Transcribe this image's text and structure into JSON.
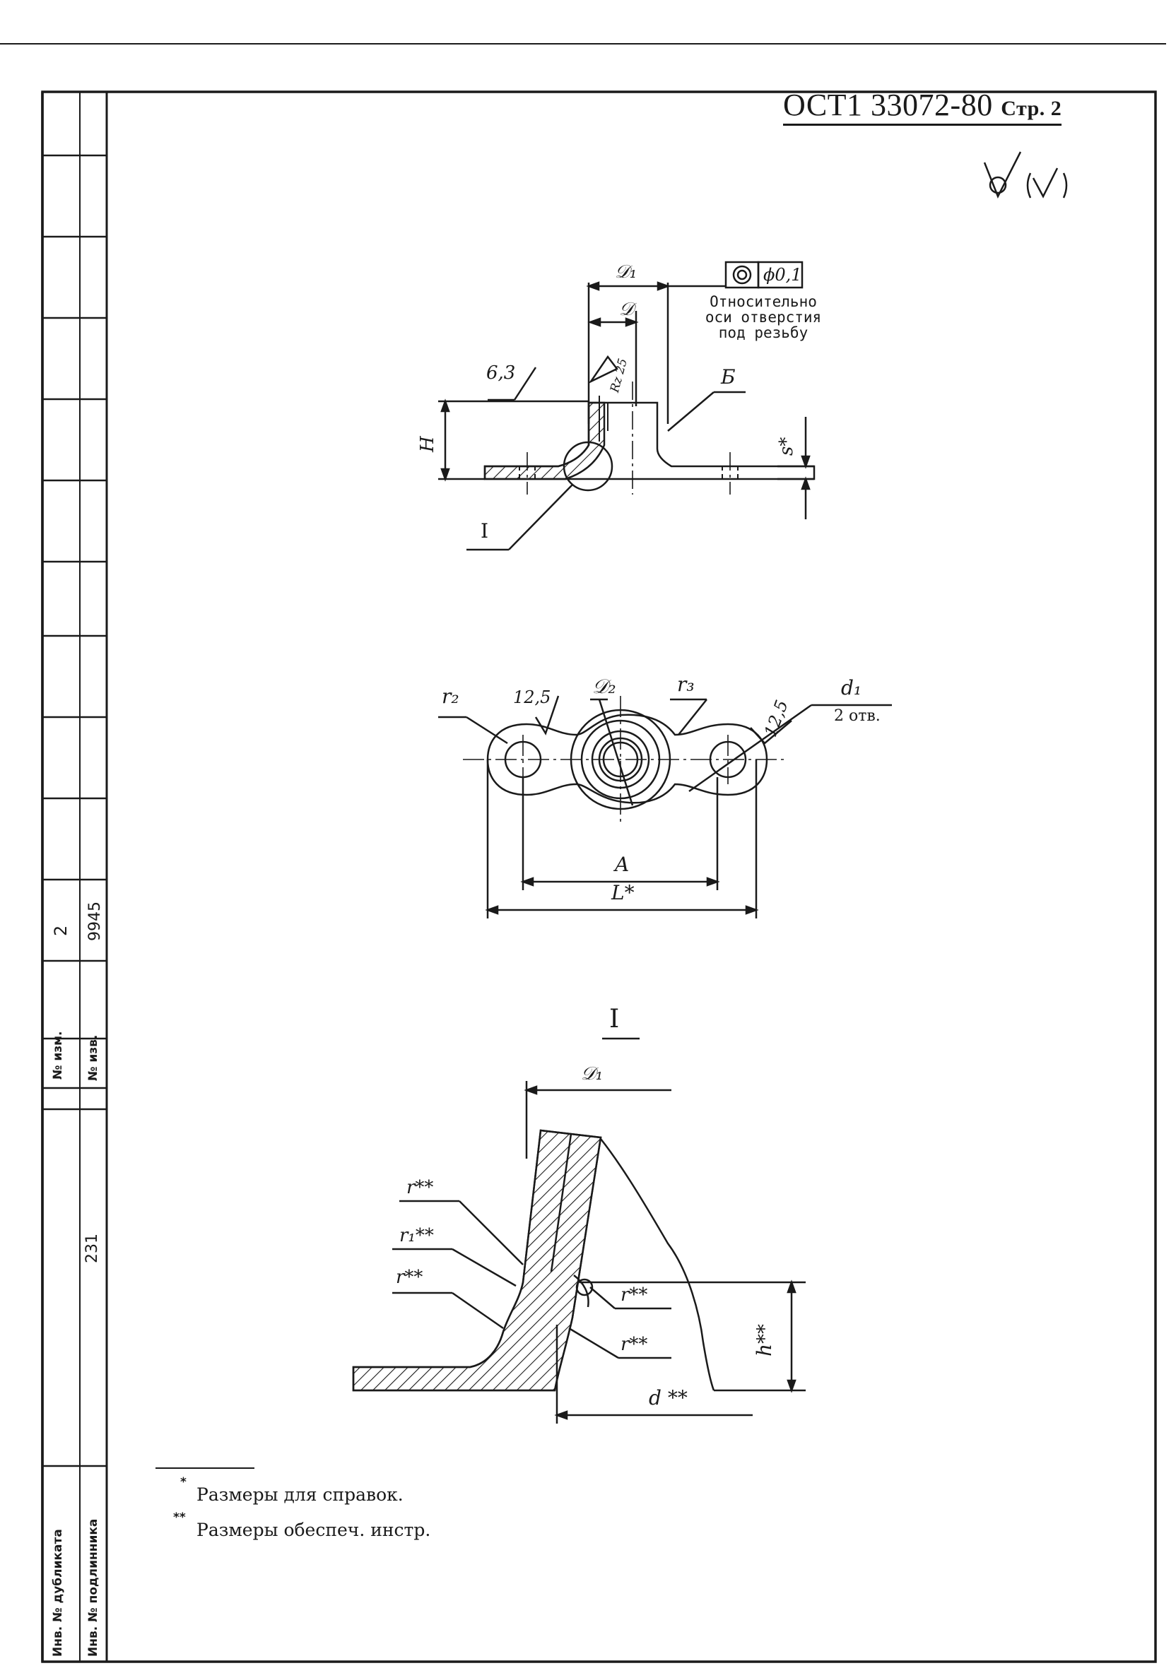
{
  "header": {
    "doc_number": "ОСТ1 33072-80",
    "page_label": "Стр. 2"
  },
  "roughness_general": {
    "symbol": "roughness-check-icon",
    "bracket_symbol": "roughness-tick-icon"
  },
  "top_view": {
    "D1": "𝒟₁",
    "D": "𝒟",
    "tolerance_value": "ϕ0,1",
    "tolerance_symbol": "concentricity-icon",
    "tolerance_note": [
      "Относительно",
      "оси отверстия",
      "под резьбу"
    ],
    "roughness_rz": "Rz 25",
    "roughness_63": "6,3",
    "label_B": "Б",
    "label_H": "H",
    "label_s": "s*",
    "section_mark": "I"
  },
  "plan_view": {
    "r2": "r₂",
    "r3": "r₃",
    "D2": "𝒟₂",
    "rough_left": "12,5",
    "rough_right": "12,5",
    "d1": "d₁",
    "d1_note": "2 отв.",
    "A": "A",
    "L": "L*"
  },
  "detail_view": {
    "title": "I",
    "D1": "𝒟₁",
    "r_top": "r**",
    "r1": "r₁**",
    "r_bottom": "r**",
    "r_right_1": "r**",
    "r_right_2": "r**",
    "h": "h**",
    "d": "d **"
  },
  "notes": [
    {
      "mark": "*",
      "text": "Размеры для справок."
    },
    {
      "mark": "**",
      "text": "Размеры обеспеч. инстр."
    }
  ],
  "stamp": {
    "change_no_label": "№ изм.",
    "change_no": "2",
    "doc_no_label": "№ изв.",
    "doc_no": "9945",
    "inv_value": "231",
    "dup_label": "Инв. № дубликата",
    "orig_label": "Инв. № подлинника"
  }
}
